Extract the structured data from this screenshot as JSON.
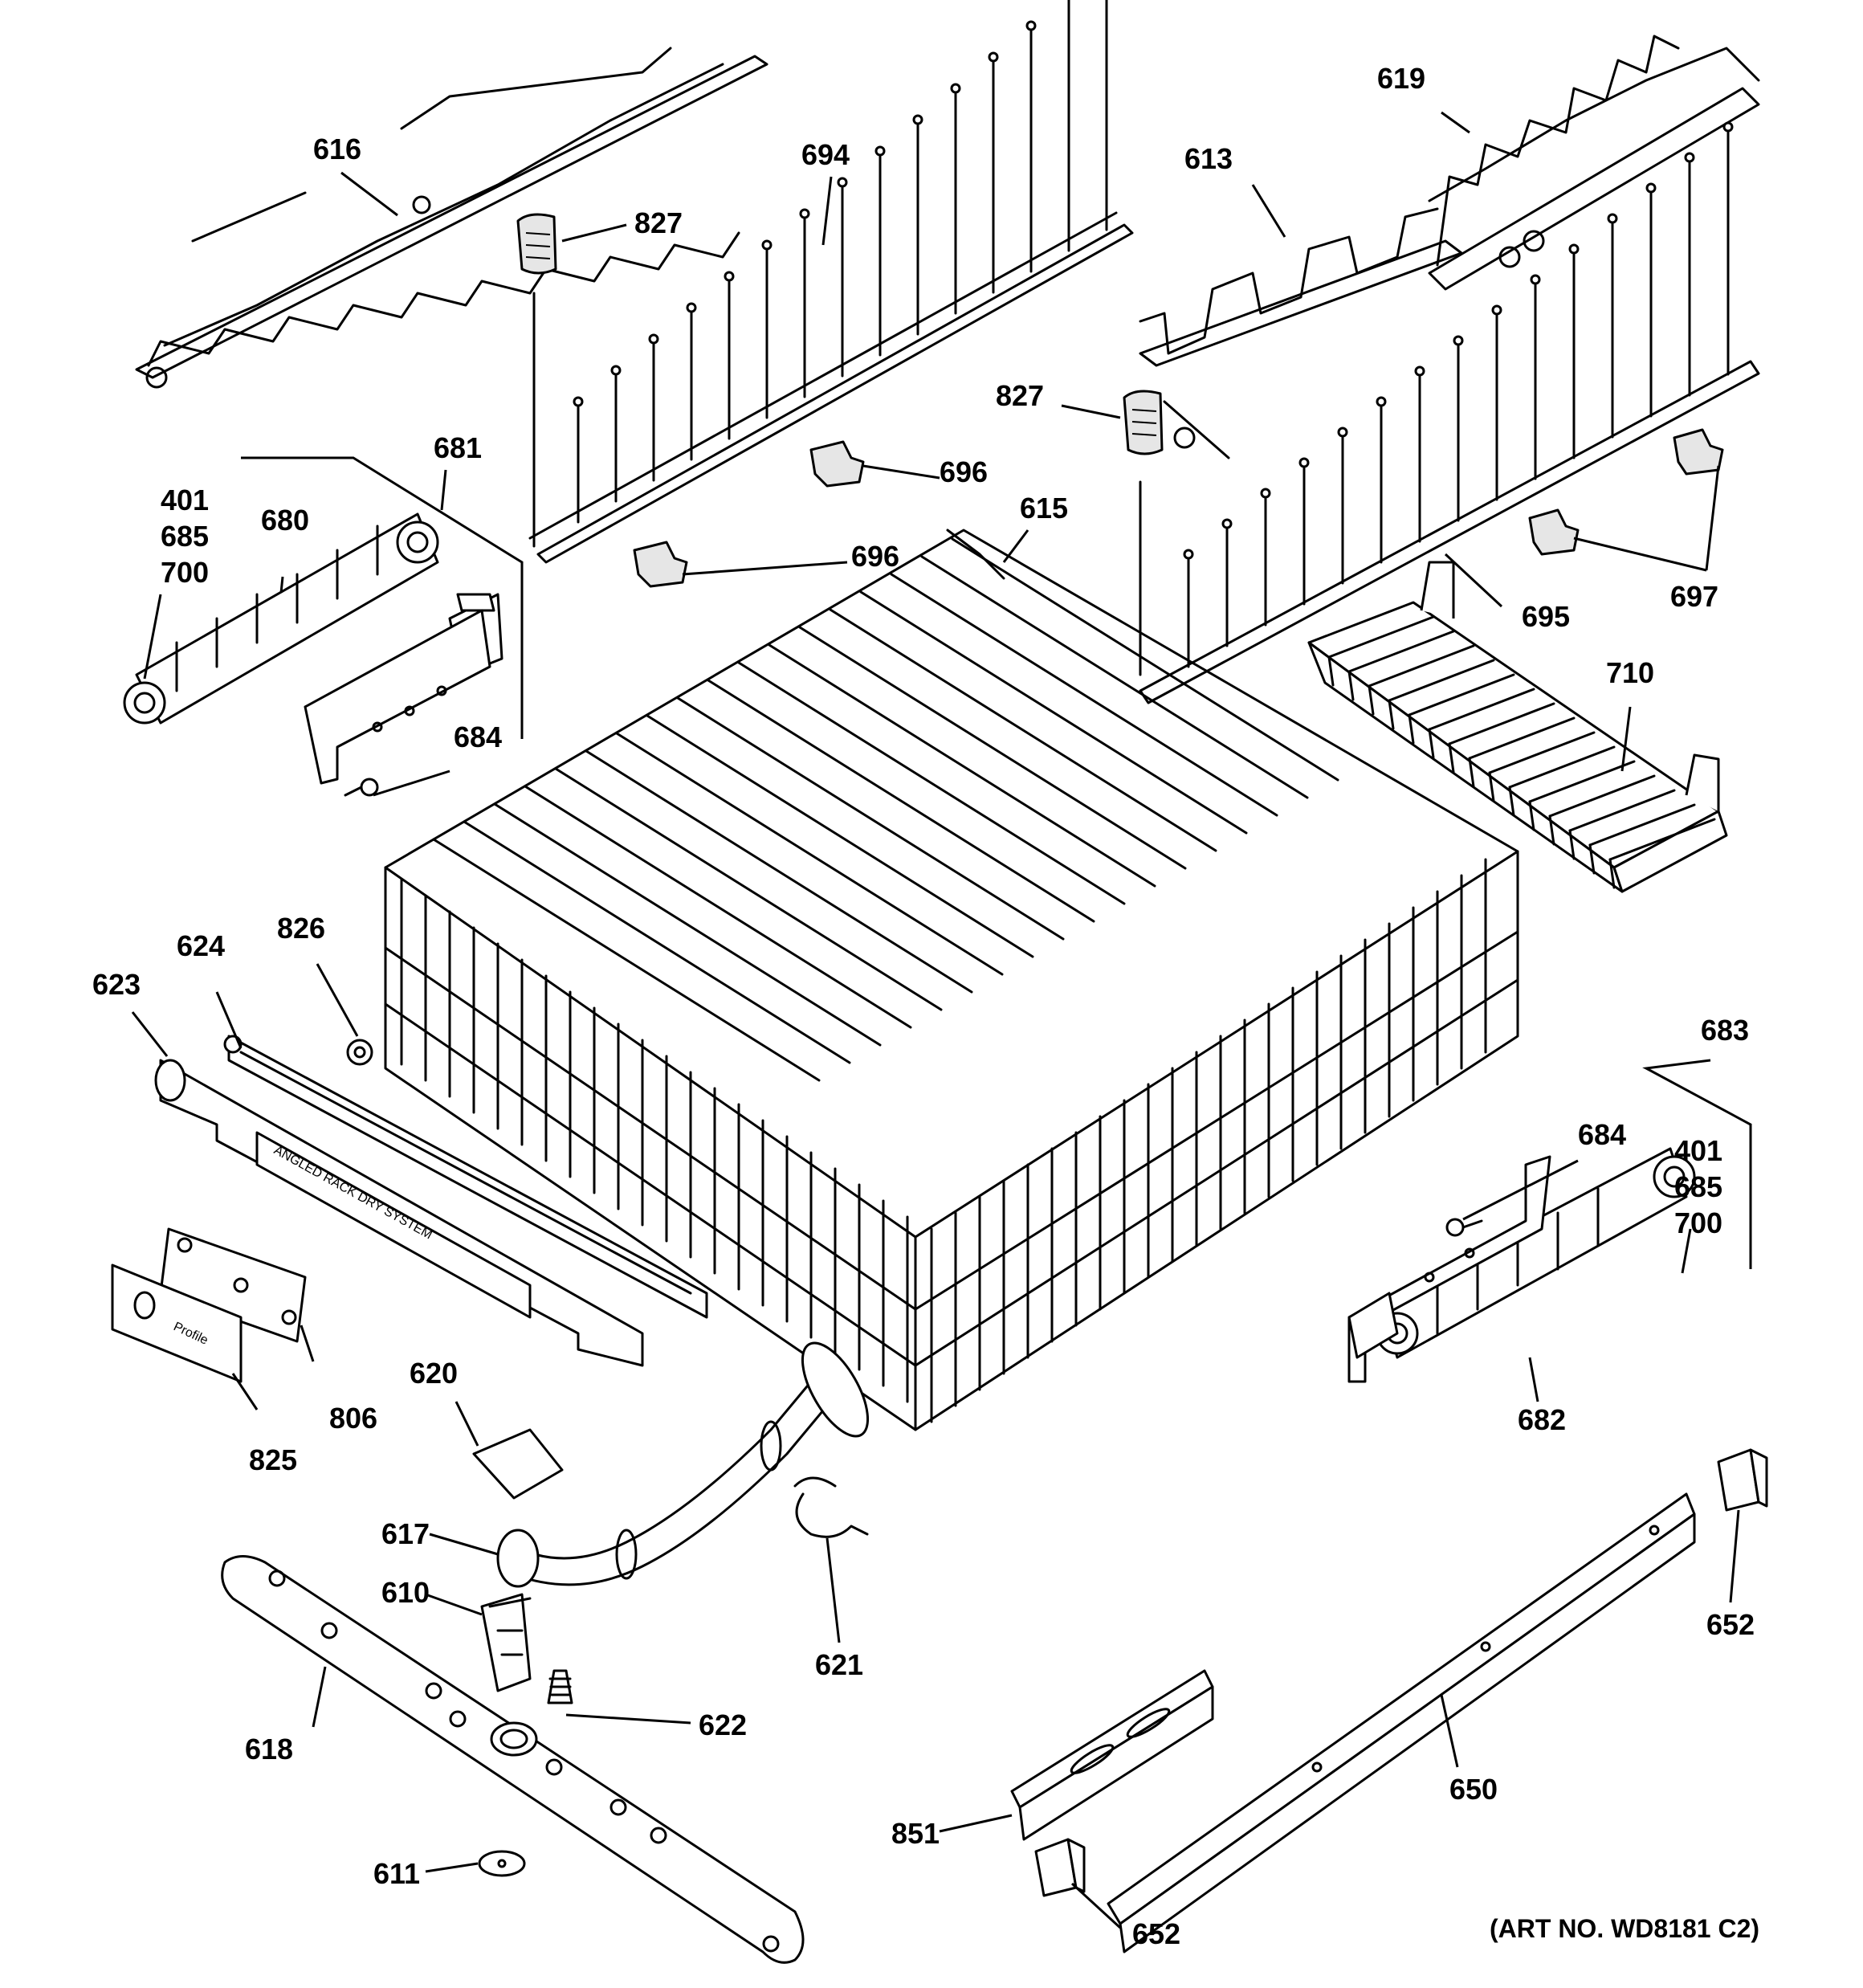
{
  "callouts": {
    "c616": "616",
    "c694": "694",
    "c619": "619",
    "c613": "613",
    "c827a": "827",
    "c827b": "827",
    "c681": "681",
    "c401a": "401",
    "c685a": "685",
    "c700a": "700",
    "c680": "680",
    "c696a": "696",
    "c696b": "696",
    "c615": "615",
    "c695": "695",
    "c697": "697",
    "c684a": "684",
    "c710": "710",
    "c624": "624",
    "c826": "826",
    "c623": "623",
    "c683": "683",
    "c684b": "684",
    "c401b": "401",
    "c685b": "685",
    "c700b": "700",
    "c620": "620",
    "c806": "806",
    "c825": "825",
    "c682": "682",
    "c617": "617",
    "c610": "610",
    "c621": "621",
    "c622": "622",
    "c652a": "652",
    "c618": "618",
    "c650": "650",
    "c851": "851",
    "c611": "611",
    "c652b": "652"
  },
  "embossed": {
    "rack_dry_label": "ANGLED RACK DRY SYSTEM",
    "brand": "Profile"
  },
  "art_number": "(ART NO. WD8181 C2)"
}
